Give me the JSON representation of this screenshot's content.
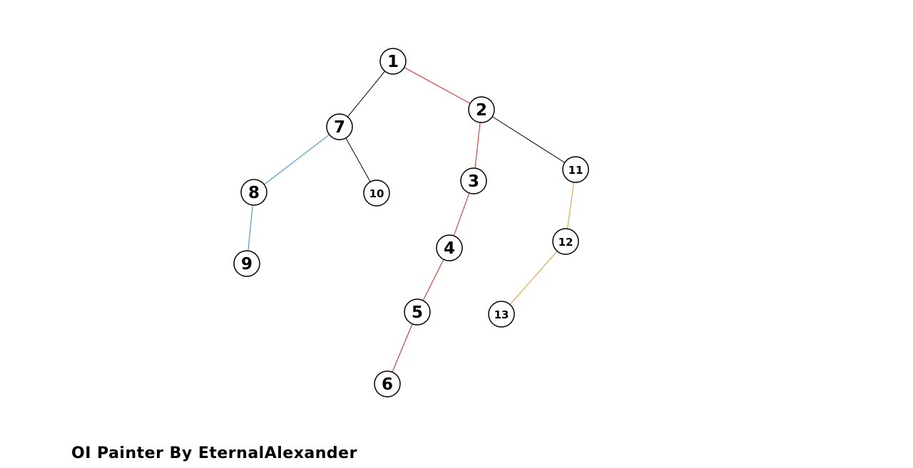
{
  "footer": {
    "credit": "OI Painter By EternalAlexander"
  },
  "colors": {
    "black": "#000000",
    "red": "#e8201f",
    "blue": "#2a8ad8",
    "orange": "#f0952a"
  },
  "tree": {
    "nodes": [
      {
        "id": "1",
        "label": "1"
      },
      {
        "id": "2",
        "label": "2"
      },
      {
        "id": "3",
        "label": "3"
      },
      {
        "id": "4",
        "label": "4"
      },
      {
        "id": "5",
        "label": "5"
      },
      {
        "id": "6",
        "label": "6"
      },
      {
        "id": "7",
        "label": "7"
      },
      {
        "id": "8",
        "label": "8"
      },
      {
        "id": "9",
        "label": "9"
      },
      {
        "id": "10",
        "label": "10"
      },
      {
        "id": "11",
        "label": "11"
      },
      {
        "id": "12",
        "label": "12"
      },
      {
        "id": "13",
        "label": "13"
      }
    ],
    "edges": [
      {
        "from": "1",
        "to": "2",
        "color": "red"
      },
      {
        "from": "1",
        "to": "7",
        "color": "black"
      },
      {
        "from": "2",
        "to": "3",
        "color": "red"
      },
      {
        "from": "2",
        "to": "11",
        "color": "black"
      },
      {
        "from": "3",
        "to": "4",
        "color": "red"
      },
      {
        "from": "4",
        "to": "5",
        "color": "red"
      },
      {
        "from": "5",
        "to": "6",
        "color": "red"
      },
      {
        "from": "7",
        "to": "8",
        "color": "blue"
      },
      {
        "from": "7",
        "to": "10",
        "color": "black"
      },
      {
        "from": "8",
        "to": "9",
        "color": "blue"
      },
      {
        "from": "11",
        "to": "12",
        "color": "orange"
      },
      {
        "from": "12",
        "to": "13",
        "color": "orange"
      }
    ]
  }
}
